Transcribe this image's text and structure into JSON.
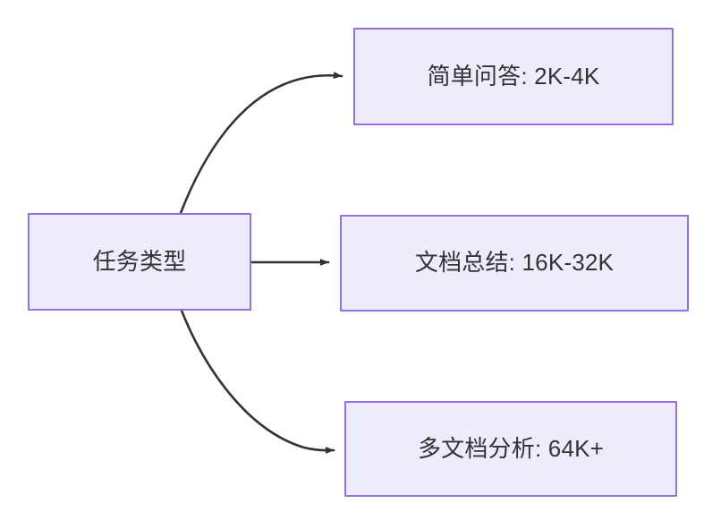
{
  "diagram": {
    "type": "flowchart",
    "direction": "left-to-right",
    "background_color": "#ffffff",
    "node_fill_color": "#ececfc",
    "node_border_color": "#9370db",
    "node_text_color": "#333333",
    "edge_color": "#333333",
    "root": {
      "id": "root",
      "label": "任务类型"
    },
    "branches": [
      {
        "id": "simple-qa",
        "label": "简单问答: 2K-4K",
        "task": "简单问答",
        "context_length": "2K-4K",
        "edge_style": "curved-up"
      },
      {
        "id": "doc-sum",
        "label": "文档总结: 16K-32K",
        "task": "文档总结",
        "context_length": "16K-32K",
        "edge_style": "straight"
      },
      {
        "id": "multi-doc",
        "label": "多文档分析: 64K+",
        "task": "多文档分析",
        "context_length": "64K+",
        "edge_style": "curved-down"
      }
    ],
    "edges": [
      {
        "from": "root",
        "to": "simple-qa",
        "arrow": "triangle"
      },
      {
        "from": "root",
        "to": "doc-sum",
        "arrow": "triangle"
      },
      {
        "from": "root",
        "to": "multi-doc",
        "arrow": "triangle"
      }
    ]
  }
}
